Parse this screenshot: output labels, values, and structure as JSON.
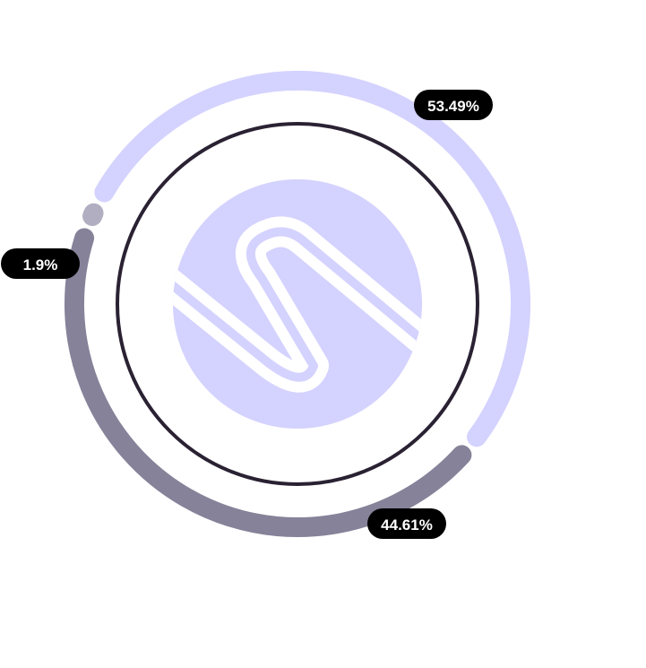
{
  "chart_data": {
    "type": "pie",
    "style": "donut-ring",
    "values": [
      53.49,
      44.61,
      1.9
    ],
    "labels": [
      "53.49%",
      "44.61%",
      "1.9%"
    ],
    "colors": [
      "#d4d2fe",
      "#858299",
      "#b0aec0"
    ],
    "label_background": "#000000",
    "label_color": "#ffffff",
    "inner_ring_color": "#2a2233",
    "emblem_color": "#d4d2fe",
    "legend": "none",
    "grid": false
  }
}
